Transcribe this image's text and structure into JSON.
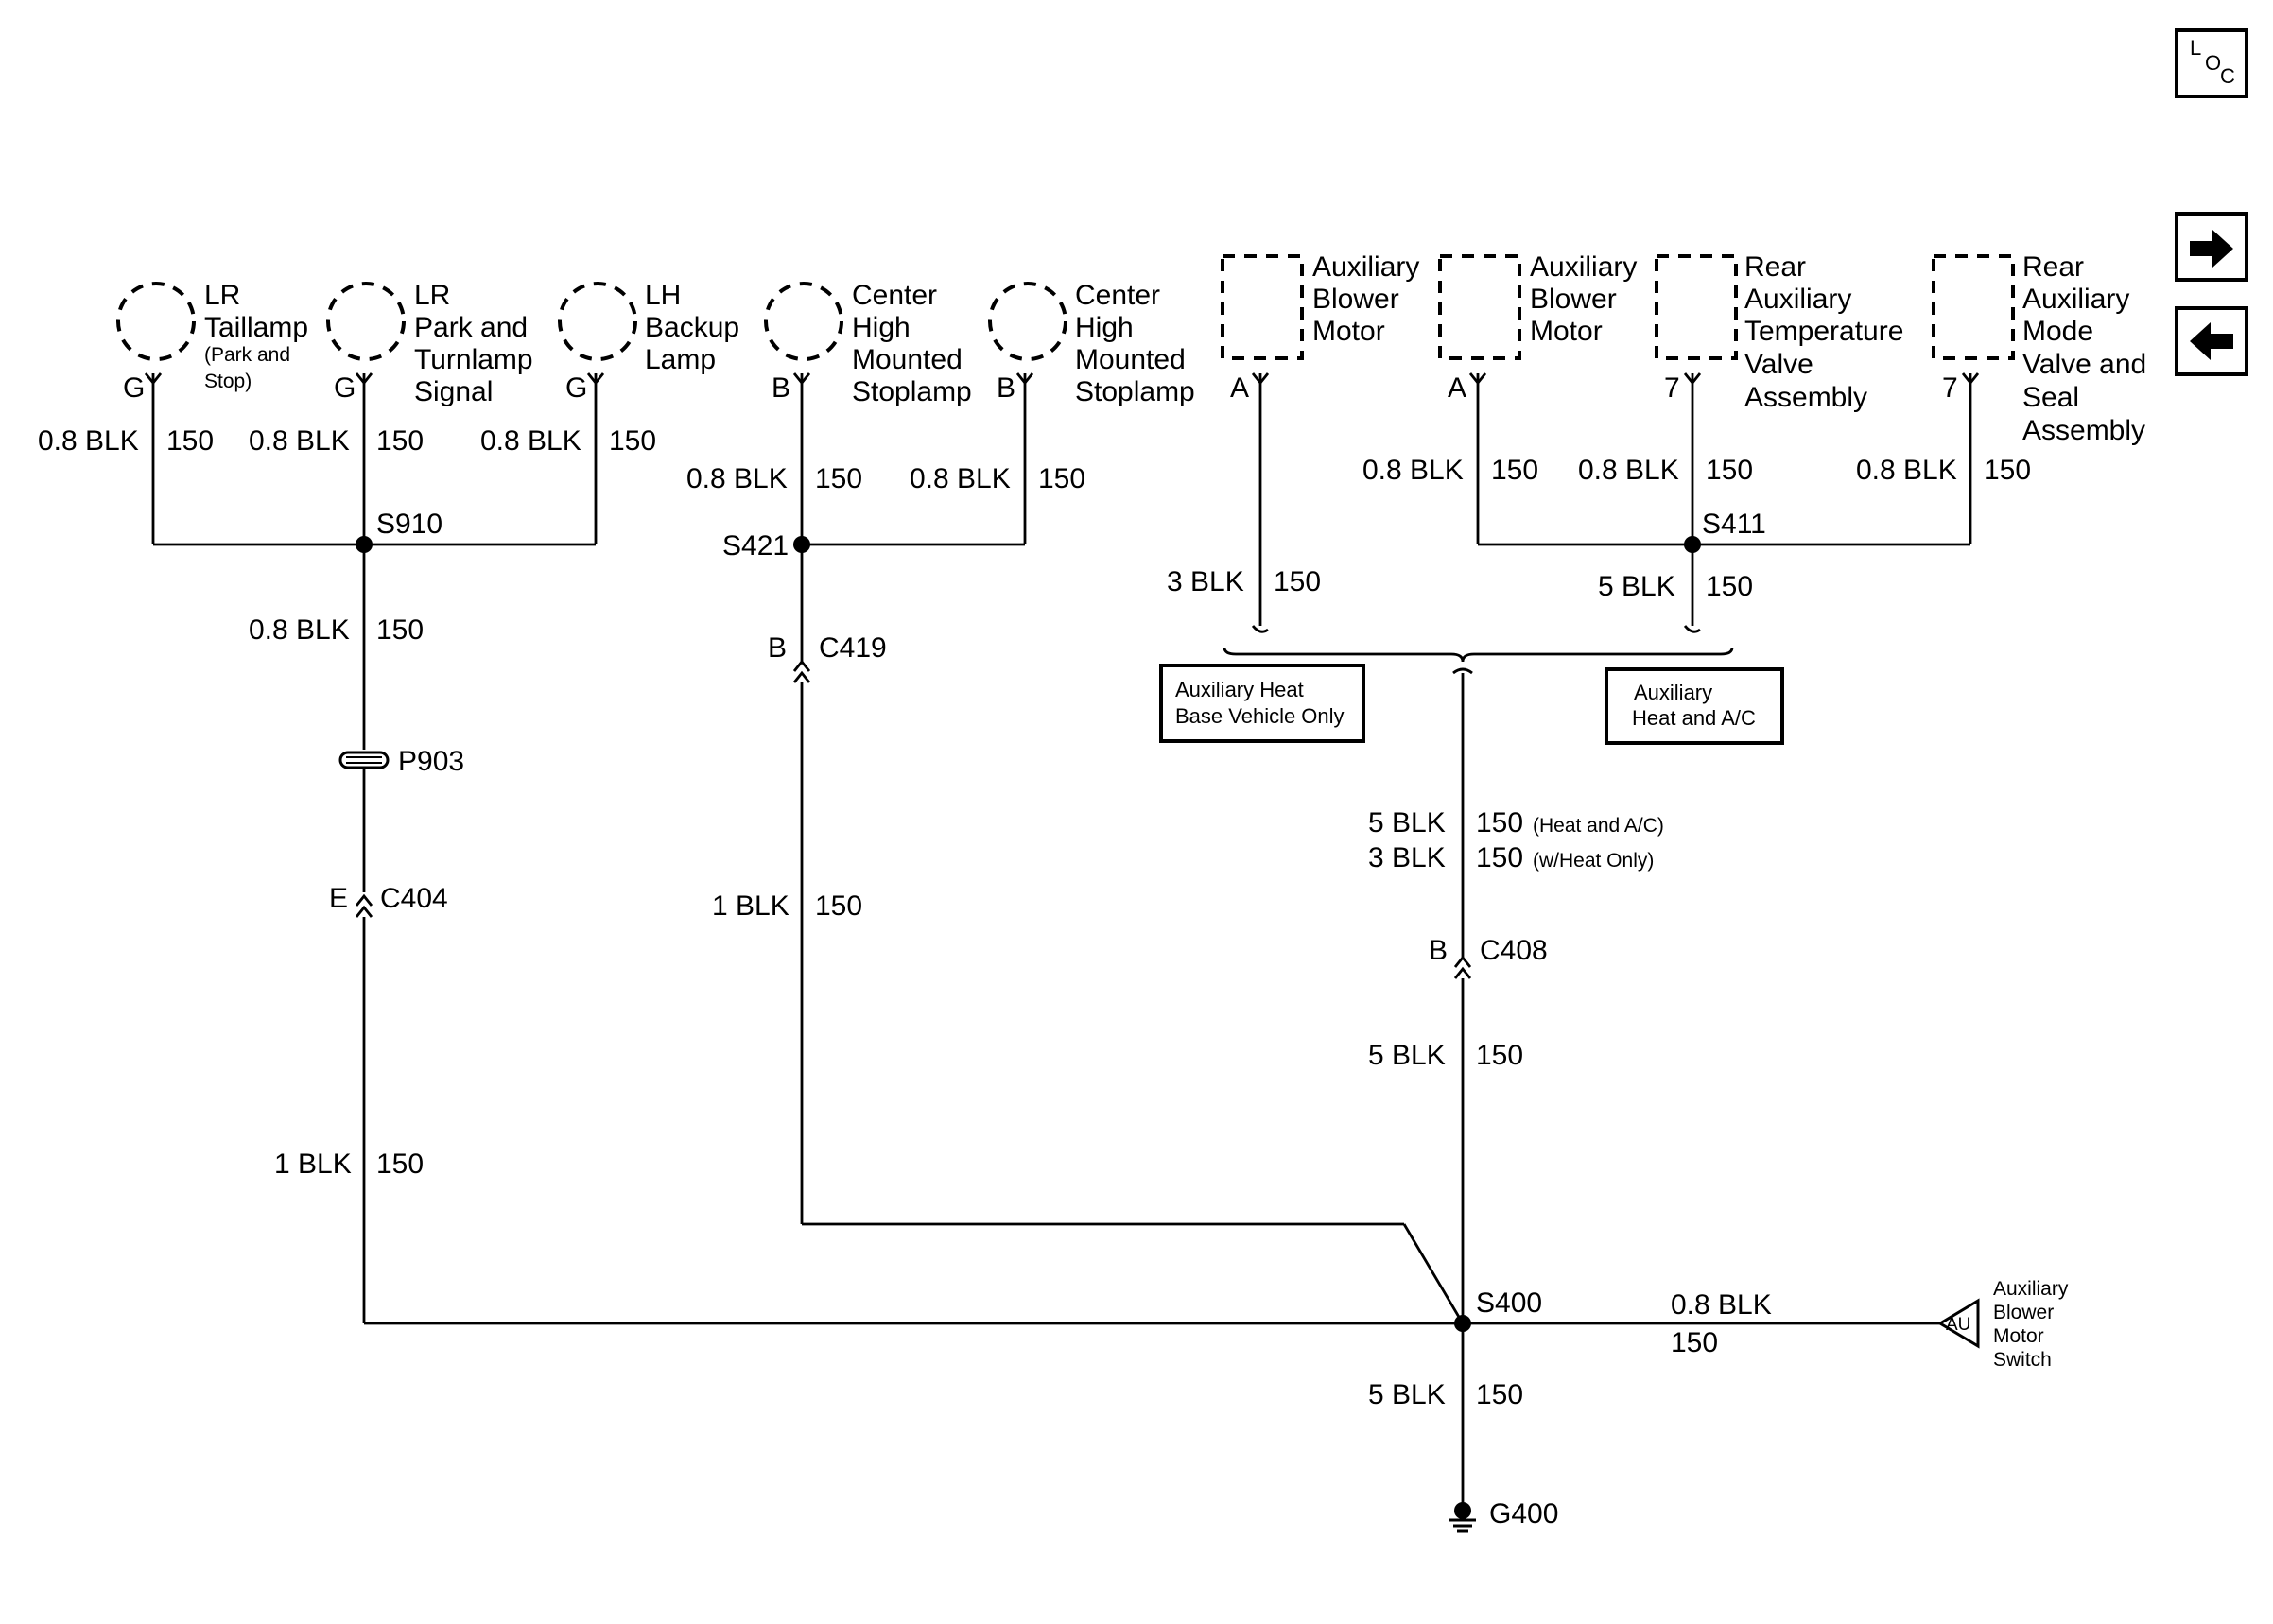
{
  "nav": {
    "loc_icon": "loc-icon",
    "next_icon": "arrow-right-icon",
    "prev_icon": "arrow-left-icon",
    "loc_letters": [
      "L",
      "O",
      "C"
    ]
  },
  "components": {
    "lr_taillamp": {
      "lines": [
        "LR",
        "Taillamp"
      ],
      "note": [
        "(Park and",
        "Stop)"
      ],
      "pin": "G"
    },
    "lr_park_turn": {
      "lines": [
        "LR",
        "Park and",
        "Turnlamp",
        "Signal"
      ],
      "pin": "G"
    },
    "lh_backup": {
      "lines": [
        "LH",
        "Backup",
        "Lamp"
      ],
      "pin": "G"
    },
    "chmsl_1": {
      "lines": [
        "Center",
        "High",
        "Mounted",
        "Stoplamp"
      ],
      "pin": "B"
    },
    "chmsl_2": {
      "lines": [
        "Center",
        "High",
        "Mounted",
        "Stoplamp"
      ],
      "pin": "B"
    },
    "aux_blower_1": {
      "lines": [
        "Auxiliary",
        "Blower",
        "Motor"
      ],
      "pin": "A"
    },
    "aux_blower_2": {
      "lines": [
        "Auxiliary",
        "Blower",
        "Motor"
      ],
      "pin": "A"
    },
    "rear_aux_temp": {
      "lines": [
        "Rear",
        "Auxiliary",
        "Temperature",
        "Valve",
        "Assembly"
      ],
      "pin": "7"
    },
    "rear_aux_mode": {
      "lines": [
        "Rear",
        "Auxiliary",
        "Mode",
        "Valve and",
        "Seal",
        "Assembly"
      ],
      "pin": "7"
    },
    "aux_blower_switch": {
      "lines": [
        "Auxiliary",
        "Blower",
        "Motor",
        "Switch"
      ],
      "tag": "AU"
    }
  },
  "wires": {
    "taillamp": {
      "size": "0.8 BLK",
      "circuit": "150"
    },
    "park_turn": {
      "size": "0.8 BLK",
      "circuit": "150"
    },
    "backup": {
      "size": "0.8 BLK",
      "circuit": "150"
    },
    "chmsl_1": {
      "size": "0.8 BLK",
      "circuit": "150"
    },
    "chmsl_2": {
      "size": "0.8 BLK",
      "circuit": "150"
    },
    "blower_1_branch": {
      "size": "3 BLK",
      "circuit": "150"
    },
    "blower_2": {
      "size": "0.8 BLK",
      "circuit": "150"
    },
    "temp_valve": {
      "size": "0.8 BLK",
      "circuit": "150"
    },
    "mode_valve": {
      "size": "0.8 BLK",
      "circuit": "150"
    },
    "s411_out": {
      "size": "5 BLK",
      "circuit": "150"
    },
    "s910_out": {
      "size": "0.8 BLK",
      "circuit": "150"
    },
    "c404_out": {
      "size": "1 BLK",
      "circuit": "150"
    },
    "c419_out": {
      "size": "1 BLK",
      "circuit": "150"
    },
    "merged_heat_ac": {
      "size": "5 BLK",
      "circuit": "150",
      "note": "(Heat and A/C)"
    },
    "merged_heat_only": {
      "size": "3 BLK",
      "circuit": "150",
      "note": "(w/Heat Only)"
    },
    "c408_out": {
      "size": "5 BLK",
      "circuit": "150"
    },
    "switch_wire": {
      "size": "0.8 BLK",
      "circuit": "150"
    },
    "ground": {
      "size": "5 BLK",
      "circuit": "150"
    }
  },
  "splices": {
    "s910": "S910",
    "s421": "S421",
    "s411": "S411",
    "s400": "S400"
  },
  "connectors": {
    "p903": "P903",
    "c404": {
      "id": "C404",
      "pin": "E"
    },
    "c419": {
      "id": "C419",
      "pin": "B"
    },
    "c408": {
      "id": "C408",
      "pin": "B"
    }
  },
  "ground": "G400",
  "option_boxes": {
    "base": [
      "Auxiliary Heat",
      "Base Vehicle Only"
    ],
    "heat_ac": [
      "Auxiliary",
      "Heat and A/C"
    ]
  }
}
